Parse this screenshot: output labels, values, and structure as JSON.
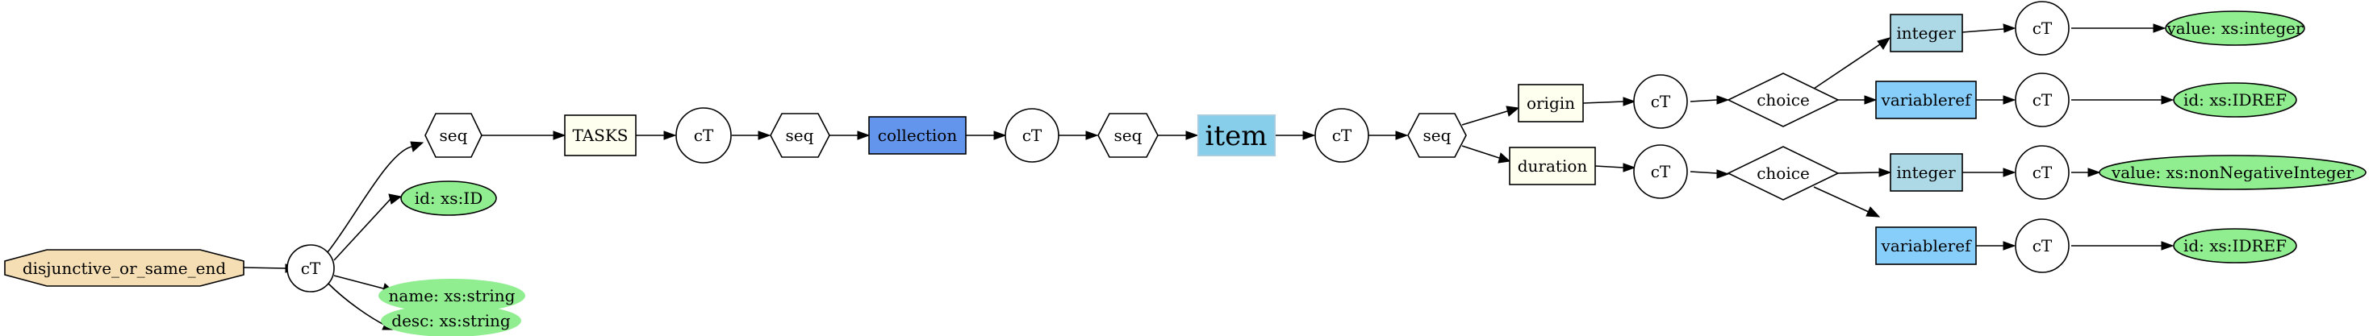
{
  "colors": {
    "root_fill": "#f5deb3",
    "element_fill": "#fffff0",
    "collection_fill": "#6495ed",
    "item_fill": "#87ceeb",
    "integer_fill": "#add8e6",
    "variableref_fill": "#87cefa",
    "attr_required_fill": "#90ee90",
    "attr_optional_fill": "#90ee90"
  },
  "nodes": {
    "root": "disjunctive_or_same_end",
    "ct_root": "cT",
    "seq_1": "seq",
    "tasks": "TASKS",
    "ct_tasks": "cT",
    "seq_2": "seq",
    "collection": "collection",
    "ct_collection": "cT",
    "seq_3": "seq",
    "item": "item",
    "ct_item": "cT",
    "seq_4": "seq",
    "origin": "origin",
    "ct_origin": "cT",
    "choice_origin": "choice",
    "integer_origin": "integer",
    "ct_integer_origin": "cT",
    "value_integer": "value: xs:integer",
    "variableref_origin": "variableref",
    "ct_variableref_origin": "cT",
    "id_idref_1": "id: xs:IDREF",
    "duration": "duration",
    "ct_duration": "cT",
    "choice_duration": "choice",
    "integer_duration": "integer",
    "ct_integer_duration": "cT",
    "value_nonneg": "value: xs:nonNegativeInteger",
    "variableref_duration": "variableref",
    "ct_variableref_duration": "cT",
    "id_idref_2": "id: xs:IDREF",
    "id_attr": "id: xs:ID",
    "name_attr": "name: xs:string",
    "desc_attr": "desc: xs:string"
  }
}
